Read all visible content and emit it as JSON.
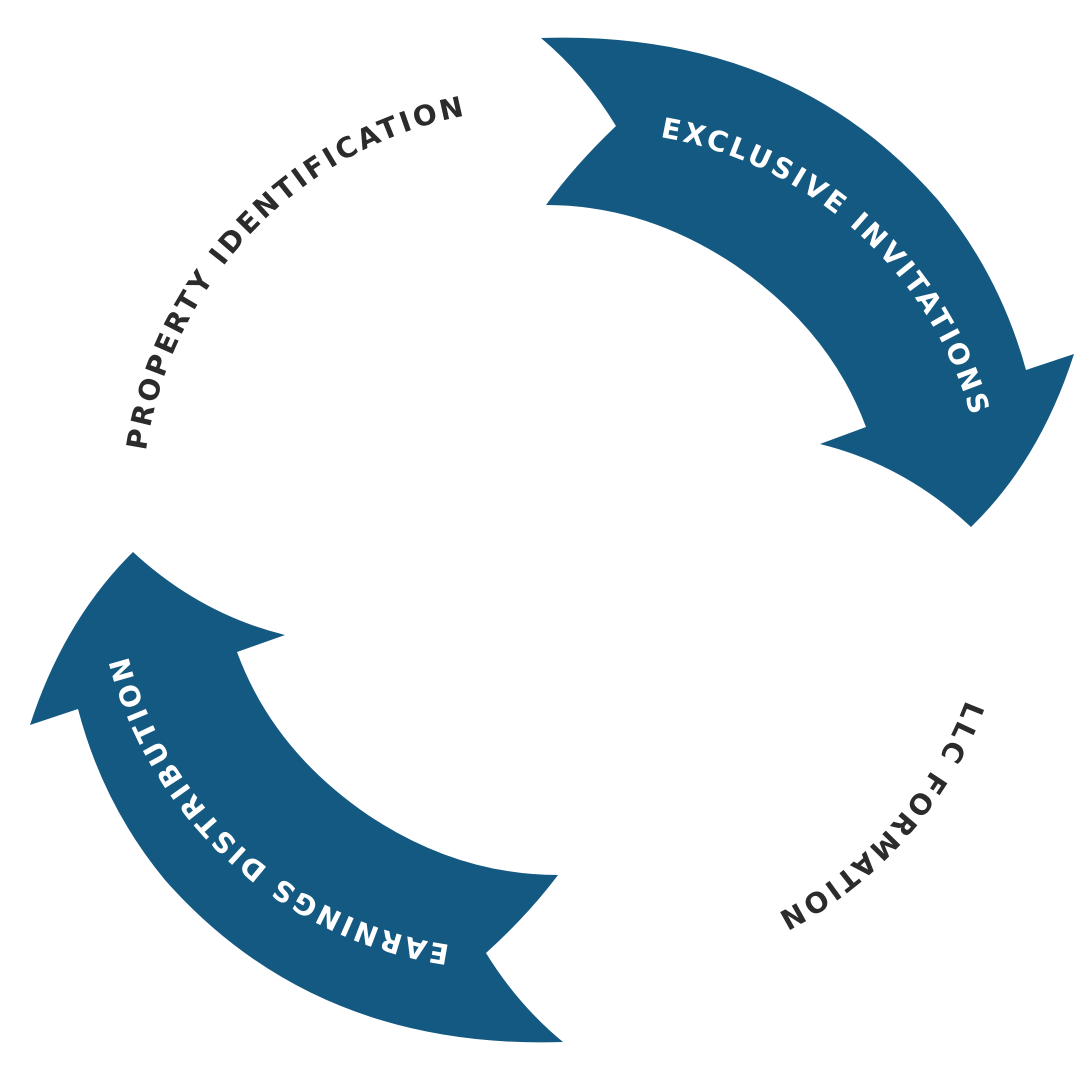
{
  "colors": {
    "arrow_fill": "#135981",
    "arrow_text": "#ffffff",
    "outer_text": "#2b2b2b",
    "background": "#ffffff"
  },
  "steps": {
    "property_identification": "PROPERTY   IDENTIFICATION",
    "exclusive_invitations": "EXCLUSIVE INVITATIONS",
    "llc_formation": "LLC FORMATION",
    "earnings_distribution": "EARNINGS DISTRIBUTION"
  }
}
